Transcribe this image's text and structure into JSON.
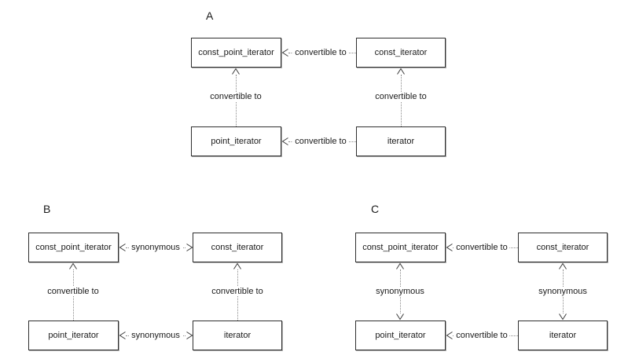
{
  "figure": {
    "background": "#ffffff",
    "box_fill": "#ffffff",
    "box_border_color": "#2f2f2f",
    "dotted_line_color": "#8a8a8a",
    "arrowhead_color": "#3a3a3a",
    "text_color": "#1a1a1a"
  },
  "diagrams": [
    {
      "label": "A",
      "boxes": {
        "top_left": "const_point_iterator",
        "top_right": "const_iterator",
        "bottom_left": "point_iterator",
        "bottom_right": "iterator"
      },
      "edges": {
        "top_horizontal": {
          "label": "convertible to",
          "direction": "left"
        },
        "bottom_horizontal": {
          "label": "convertible to",
          "direction": "left"
        },
        "left_vertical": {
          "label": "convertible to",
          "direction": "up"
        },
        "right_vertical": {
          "label": "convertible to",
          "direction": "up"
        }
      }
    },
    {
      "label": "B",
      "boxes": {
        "top_left": "const_point_iterator",
        "top_right": "const_iterator",
        "bottom_left": "point_iterator",
        "bottom_right": "iterator"
      },
      "edges": {
        "top_horizontal": {
          "label": "synonymous",
          "direction": "both"
        },
        "bottom_horizontal": {
          "label": "synonymous",
          "direction": "both"
        },
        "left_vertical": {
          "label": "convertible to",
          "direction": "up"
        },
        "right_vertical": {
          "label": "convertible to",
          "direction": "up"
        }
      }
    },
    {
      "label": "C",
      "boxes": {
        "top_left": "const_point_iterator",
        "top_right": "const_iterator",
        "bottom_left": "point_iterator",
        "bottom_right": "iterator"
      },
      "edges": {
        "top_horizontal": {
          "label": "convertible to",
          "direction": "left"
        },
        "bottom_horizontal": {
          "label": "convertible to",
          "direction": "left"
        },
        "left_vertical": {
          "label": "synonymous",
          "direction": "both"
        },
        "right_vertical": {
          "label": "synonymous",
          "direction": "both"
        }
      }
    }
  ]
}
